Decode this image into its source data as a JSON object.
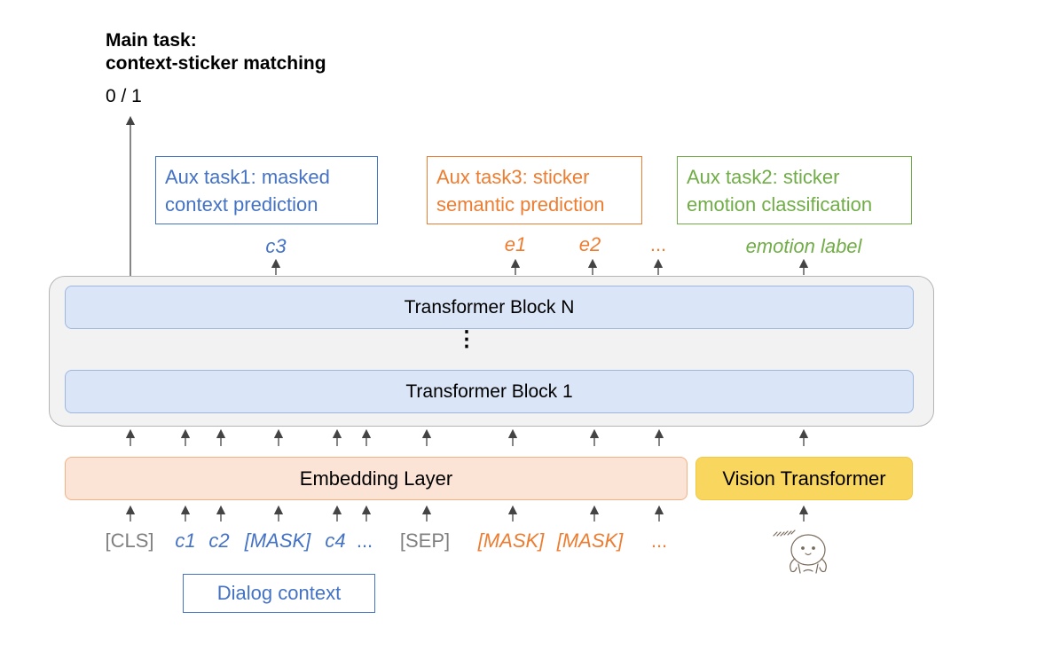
{
  "main_task": {
    "title_line1": "Main task:",
    "title_line2": "context-sticker matching",
    "output": "0 / 1"
  },
  "aux_tasks": [
    {
      "line1": "Aux task1: masked",
      "line2": "context  prediction",
      "color": "#4472c4"
    },
    {
      "line1": "Aux task3: sticker",
      "line2": "semantic prediction",
      "color": "#ed7d31"
    },
    {
      "line1": "Aux task2: sticker",
      "line2": "emotion classification",
      "color": "#70ad47"
    }
  ],
  "output_labels": {
    "c3": "c3",
    "e1": "e1",
    "e2": "e2",
    "ellipsis": "...",
    "emotion": "emotion label"
  },
  "transformer": {
    "block_top": "Transformer Block N",
    "dots": "⋮",
    "block_bottom": "Transformer Block 1"
  },
  "embedding_layer": "Embedding Layer",
  "vision_transformer": "Vision Transformer",
  "input_tokens": {
    "cls": "[CLS]",
    "c1": "c1",
    "c2": "c2",
    "mask_ctx": "[MASK]",
    "c4": "c4",
    "ctx_ellipsis": "...",
    "sep": "[SEP]",
    "mask1": "[MASK]",
    "mask2": "[MASK]",
    "sticker_ellipsis": "..."
  },
  "dialog_context": "Dialog context",
  "colors": {
    "context": "#4472c4",
    "sticker": "#ed7d31",
    "emotion": "#70ad47",
    "special": "#808080",
    "transformer_fill": "#dae6f7",
    "embedding_fill": "#fbe3d6",
    "vision_fill": "#f9d75e"
  },
  "icons": [
    "sticker-image-icon"
  ]
}
